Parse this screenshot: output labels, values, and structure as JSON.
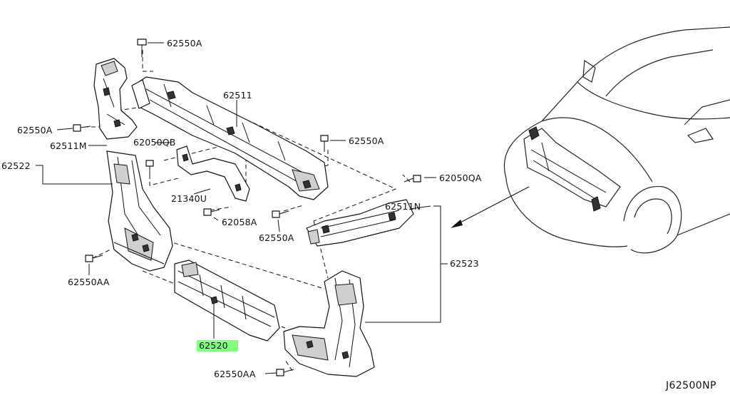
{
  "diagram": {
    "labels": {
      "p62550A_top": "62550A",
      "p62511": "62511",
      "p62550A_left": "62550A",
      "p62511M": "62511M",
      "p62050QB": "62050QB",
      "p62550A_mid": "62550A",
      "p62522": "62522",
      "p62050QA": "62050QA",
      "p21340U": "21340U",
      "p62511N": "62511N",
      "p62058A": "62058A",
      "p62550A_low": "62550A",
      "p62523": "62523",
      "p62550AA_left": "62550AA",
      "p62520": "62520",
      "p62550AA_bottom": "62550AA"
    },
    "diagram_code": "J62500NP",
    "highlighted_part": "62520"
  }
}
